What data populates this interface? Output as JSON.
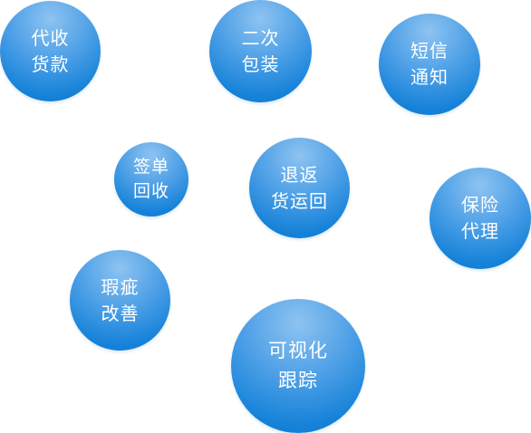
{
  "bubbles": [
    {
      "id": "cod",
      "line1": "代收",
      "line2": "货款"
    },
    {
      "id": "repack",
      "line1": "二次",
      "line2": "包装"
    },
    {
      "id": "sms",
      "line1": "短信",
      "line2": "通知"
    },
    {
      "id": "receipt",
      "line1": "签单",
      "line2": "回收"
    },
    {
      "id": "return",
      "line1": "退返",
      "line2": "货运回"
    },
    {
      "id": "insurance",
      "line1": "保险",
      "line2": "代理"
    },
    {
      "id": "defect",
      "line1": "瑕疵",
      "line2": "改善"
    },
    {
      "id": "tracking",
      "line1": "可视化",
      "line2": "跟踪"
    }
  ],
  "colors": {
    "bubble_top": "#8ec3f1",
    "bubble_bottom": "#0f79d2",
    "text": "#ffffff",
    "background": "#ffffff"
  }
}
